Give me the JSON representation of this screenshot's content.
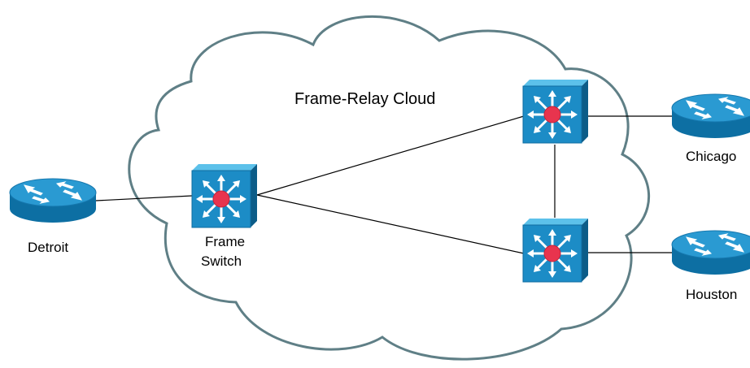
{
  "cloud": {
    "label": "Frame-Relay Cloud",
    "stroke_color": "#5f7f86"
  },
  "nodes": {
    "detroit": {
      "label": "Detroit",
      "icon": "router-icon"
    },
    "frame_switch": {
      "label_line1": "Frame",
      "label_line2": "Switch",
      "icon": "multilayer-switch-icon"
    },
    "switch_top": {
      "icon": "multilayer-switch-icon"
    },
    "switch_bottom": {
      "icon": "multilayer-switch-icon"
    },
    "chicago": {
      "label": "Chicago",
      "icon": "router-icon"
    },
    "houston": {
      "label": "Houston",
      "icon": "router-icon"
    }
  },
  "colors": {
    "device_blue": "#1b8ac2",
    "device_blue_dark": "#0d5f8c",
    "device_blue_light": "#4fb3e0",
    "switch_center": "#e8344e",
    "link_color": "#000000"
  }
}
